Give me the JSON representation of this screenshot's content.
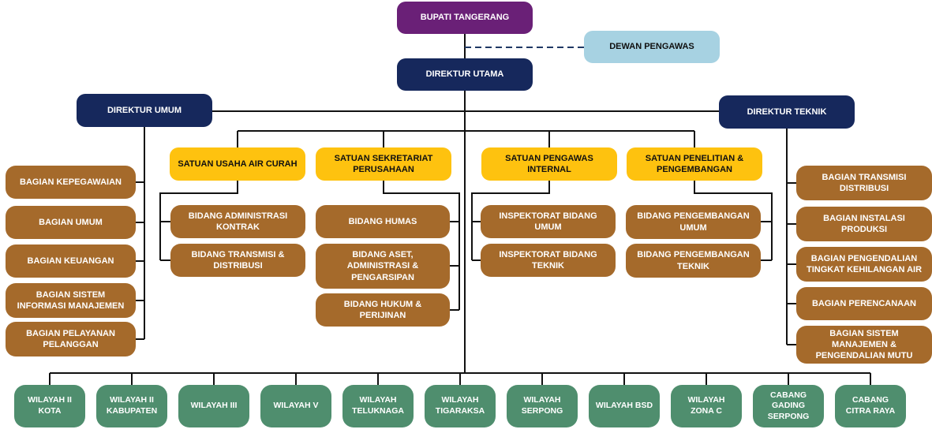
{
  "colors": {
    "purple": "#6a2077",
    "navy": "#16285c",
    "lightblue": "#a7d2e2",
    "yellow": "#fec20f",
    "brown": "#a56a2b",
    "green": "#4f8e6e",
    "line": "#111111",
    "dash": "#1f3864"
  },
  "nodes": {
    "bupati": "BUPATI TANGERANG",
    "dewan_pengawas": "DEWAN PENGAWAS",
    "direktur_utama": "DIREKTUR UTAMA",
    "direktur_umum": "DIREKTUR UMUM",
    "direktur_teknik": "DIREKTUR TEKNIK"
  },
  "direktur_umum_children": [
    "BAGIAN KEPEGAWAIAN",
    "BAGIAN UMUM",
    "BAGIAN KEUANGAN",
    "BAGIAN SISTEM INFORMASI MANAJEMEN",
    "BAGIAN PELAYANAN PELANGGAN"
  ],
  "satuan_units": [
    {
      "label": "SATUAN USAHA AIR CURAH",
      "children": [
        "BIDANG ADMINISTRASI KONTRAK",
        "BIDANG TRANSMISI & DISTRIBUSI"
      ]
    },
    {
      "label": "SATUAN SEKRETARIAT PERUSAHAAN",
      "children": [
        "BIDANG HUMAS",
        "BIDANG ASET, ADMINISTRASI & PENGARSIPAN",
        "BIDANG HUKUM & PERIJINAN"
      ]
    },
    {
      "label": "SATUAN PENGAWAS INTERNAL",
      "children": [
        "INSPEKTORAT BIDANG UMUM",
        "INSPEKTORAT BIDANG TEKNIK"
      ]
    },
    {
      "label": "SATUAN PENELITIAN & PENGEMBANGAN",
      "children": [
        "BIDANG PENGEMBANGAN UMUM",
        "BIDANG PENGEMBANGAN TEKNIK"
      ]
    }
  ],
  "direktur_teknik_children": [
    "BAGIAN TRANSMISI DISTRIBUSI",
    "BAGIAN INSTALASI PRODUKSI",
    "BAGIAN PENGENDALIAN TINGKAT KEHILANGAN AIR",
    "BAGIAN PERENCANAAN",
    "BAGIAN SISTEM MANAJEMEN & PENGENDALIAN MUTU"
  ],
  "regional_units": [
    "WILAYAH II KOTA",
    "WILAYAH II KABUPATEN",
    "WILAYAH III",
    "WILAYAH V",
    "WILAYAH TELUKNAGA",
    "WILAYAH TIGARAKSA",
    "WILAYAH SERPONG",
    "WILAYAH BSD",
    "WILAYAH ZONA C",
    "CABANG GADING SERPONG",
    "CABANG CITRA RAYA"
  ]
}
